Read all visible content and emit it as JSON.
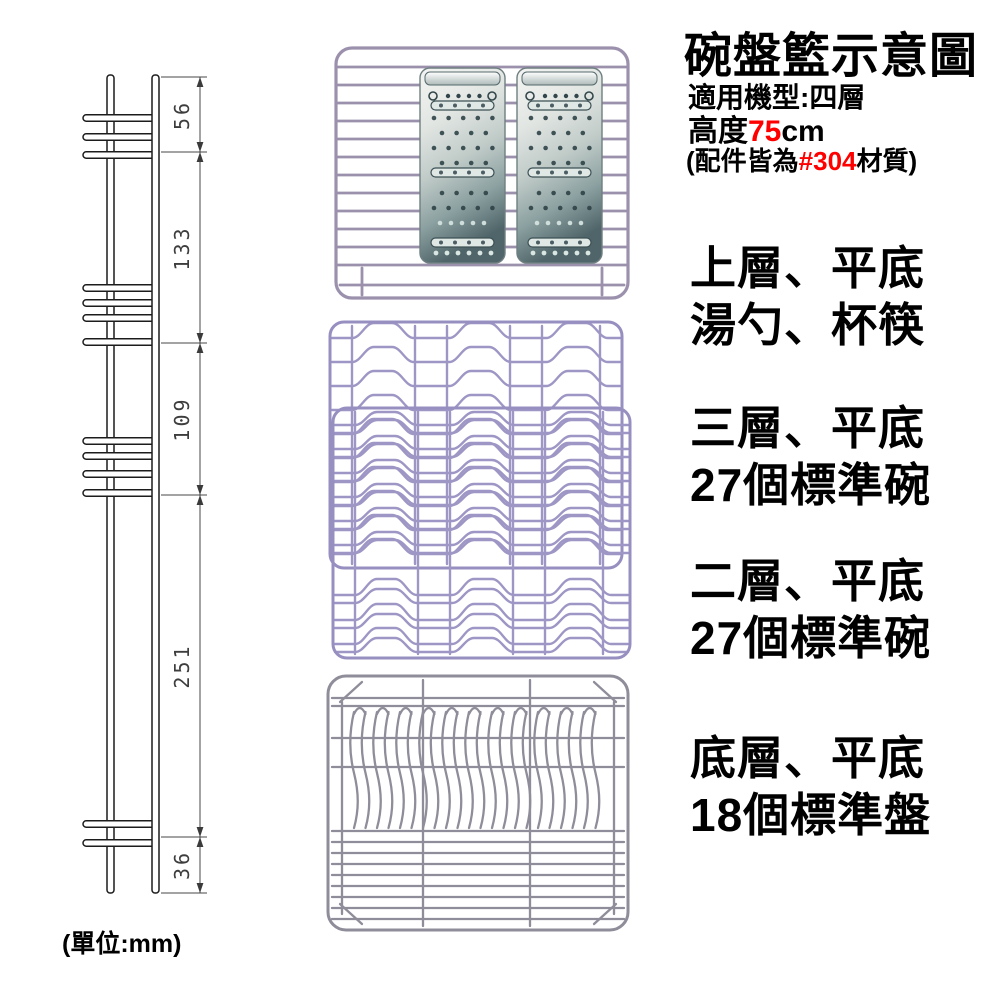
{
  "title": "碗盤籃示意圖",
  "specs": {
    "model_line": "適用機型:四層",
    "height_prefix": "高度",
    "height_value": "75",
    "height_suffix": "cm",
    "material_prefix": "(配件皆為",
    "material_value": "#304",
    "material_suffix": "材質)"
  },
  "layers": [
    {
      "line1": "上層、平底",
      "line2": "湯勺、杯筷"
    },
    {
      "line1": "三層、平底",
      "line2": "27個標準碗"
    },
    {
      "line1": "二層、平底",
      "line2": "27個標準碗"
    },
    {
      "line1": "底層、平底",
      "line2": "18個標準盤"
    }
  ],
  "dimension_drawing": {
    "unit_label": "(單位:mm)",
    "dimensions_mm": [
      "56",
      "133",
      "109",
      "251",
      "36"
    ]
  },
  "colors": {
    "accent_red": "#ff0000",
    "text_black": "#000000",
    "cad_line": "#1c1c1c",
    "wire_top_basket": "#9b91ad",
    "wire_middle_basket": "#9e96c4",
    "wire_bottom_basket": "#8e8d99",
    "steel_light": "#f4f5f3",
    "steel_dark": "#4f6569"
  }
}
